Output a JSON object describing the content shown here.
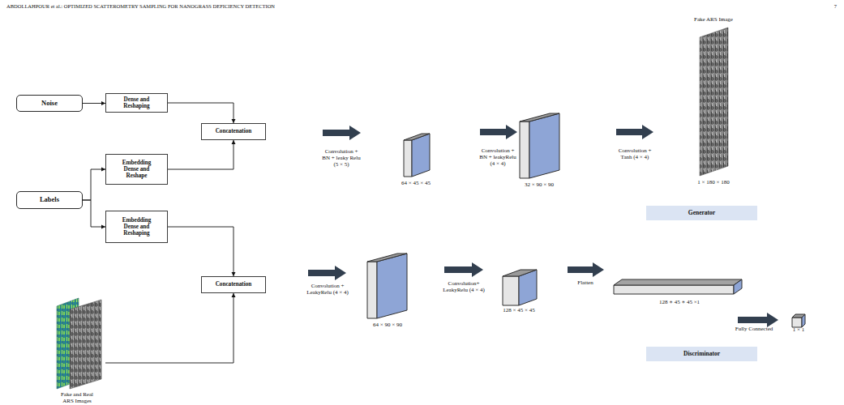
{
  "diagram": {
    "nodes": [
      {
        "text": [
          "Noise"
        ]
      },
      {
        "text": [
          "Dense and Reshaping"
        ]
      },
      {
        "text": [
          "Concatenation"
        ]
      },
      {
        "text": [
          "Embedding Dense and Reshape"
        ]
      },
      {
        "text": [
          "Labels"
        ]
      },
      {
        "text": [
          "Embedding Dense and Reshaping"
        ]
      },
      {
        "text": [
          "Fake and Real ARS Images"
        ]
      },
      {
        "text": [
          "Concatenation"
        ]
      },
      {
        "text": [
          "Generator"
        ]
      },
      {
        "text": [
          "Discriminator"
        ]
      }
    ],
    "edges": [
      {
        "from": 0,
        "to": 1,
        "arrow": "to"
      },
      {
        "from": 1,
        "to": 2,
        "arrow": "to"
      },
      {
        "from": 3,
        "to": 2,
        "arrow": "to"
      },
      {
        "from": 4,
        "to": 3,
        "arrow": "to"
      },
      {
        "from": 4,
        "to": 5,
        "arrow": "to"
      },
      {
        "from": 5,
        "to": 7,
        "arrow": "to"
      },
      {
        "from": 6,
        "to": 7,
        "arrow": "to"
      }
    ],
    "labels": [
      "ABDOLLAHPOUR et al.: OPTIMIZED SCATTEROMETRY SAMPLING FOR NANOGRASS DEFICIENCY DETECTION",
      "7",
      "Convolution + BN + leaky Relu (5 × 5)",
      "64 × 45 × 45",
      "Convolution + BN + leakyRelu (4 × 4)",
      "32 × 90 × 90",
      "Convolution + Tanh (4 × 4)",
      "Fake ARS Image",
      "1 × 180 × 180",
      "Convolution + LeakyRelu (4 × 4)",
      "64 × 90 × 90",
      "Convolution+ LeakyRelu (4 × 4)",
      "128 × 45 × 45",
      "Flatten",
      "128 ∗ 45 ∗ 45 ×1",
      "Fully Connected",
      "1 × 1"
    ]
  }
}
